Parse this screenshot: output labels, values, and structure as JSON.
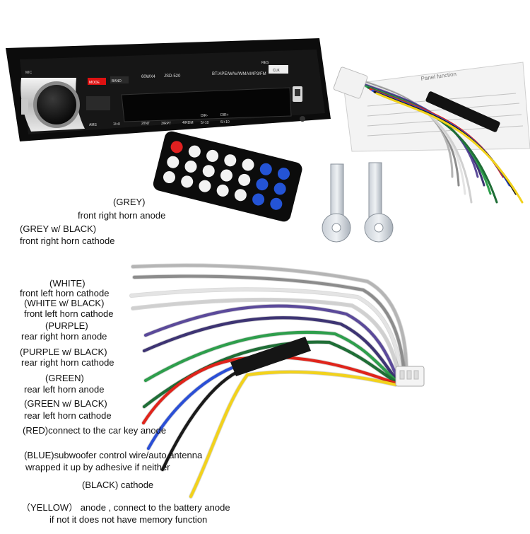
{
  "radio": {
    "mic_label": "MIC",
    "mode_label": "MODE",
    "band_label": "BAND",
    "power_label": "60WX4",
    "model_label": "JSD-520",
    "formats_label": "BT/APE/WAV/WMA/MP3/FM",
    "res_label": "RES",
    "clk_label": "CLK",
    "ams_label": "AMS",
    "btn_1": "1/>II",
    "btn_2": "2/INT",
    "btn_3": "3/RPT",
    "btn_4": "4/RDM",
    "btn_5": "5/-10",
    "btn_6": "6/+10",
    "dir_minus": "DIR-",
    "dir_plus": "DIR+"
  },
  "manual": {
    "title": "Panel function"
  },
  "wires": [
    {
      "color_name": "GREY",
      "line1": "(GREY)",
      "line2": "front right horn anode",
      "color": "#b5b5b5"
    },
    {
      "color_name": "GREY w/ BLACK",
      "line1": "(GREY w/ BLACK)",
      "line2": "front right horn cathode",
      "color": "#8c8c8c"
    },
    {
      "color_name": "WHITE",
      "line1": "(WHITE)",
      "line2": "front left horn cathode",
      "color": "#e4e4e4"
    },
    {
      "color_name": "WHITE w/ BLACK",
      "line1": "(WHITE w/ BLACK)",
      "line2": "front left horn cathode",
      "color": "#d0d0d0"
    },
    {
      "color_name": "PURPLE",
      "line1": "(PURPLE)",
      "line2": "rear right horn anode",
      "color": "#5b4a9a"
    },
    {
      "color_name": "PURPLE w/ BLACK",
      "line1": "(PURPLE w/ BLACK)",
      "line2": "rear right horn cathode",
      "color": "#3d3473"
    },
    {
      "color_name": "GREEN",
      "line1": "(GREEN)",
      "line2": "rear left horn anode",
      "color": "#2e9e4c"
    },
    {
      "color_name": "GREEN w/ BLACK",
      "line1": "(GREEN w/ BLACK)",
      "line2": "rear left horn cathode",
      "color": "#1f6e36"
    },
    {
      "color_name": "RED",
      "line1": "(RED)connect to the car key anode",
      "line2": "",
      "color": "#e0241b"
    },
    {
      "color_name": "BLUE",
      "line1": "(BLUE)subwoofer control wire/auto antenna",
      "line2": "wrapped it up by adhesive if neither",
      "color": "#2b4fd6"
    },
    {
      "color_name": "BLACK",
      "line1": "(BLACK) cathode",
      "line2": "",
      "color": "#1a1a1a"
    },
    {
      "color_name": "YELLOW",
      "line1": "（YELLOW） anode , connect to the battery anode",
      "line2": "if not it does not have memory function",
      "color": "#f2d21c"
    }
  ]
}
